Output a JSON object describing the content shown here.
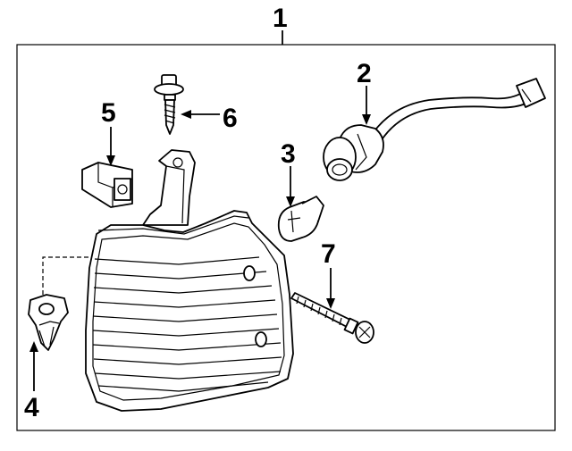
{
  "callouts": [
    {
      "id": "1",
      "text": "1"
    },
    {
      "id": "2",
      "text": "2"
    },
    {
      "id": "3",
      "text": "3"
    },
    {
      "id": "4",
      "text": "4"
    },
    {
      "id": "5",
      "text": "5"
    },
    {
      "id": "6",
      "text": "6"
    },
    {
      "id": "7",
      "text": "7"
    }
  ],
  "parts": [
    {
      "callout": "1",
      "icon": "lamp-assembly-icon"
    },
    {
      "callout": "2",
      "icon": "socket-wire-icon"
    },
    {
      "callout": "3",
      "icon": "bulb-icon"
    },
    {
      "callout": "4",
      "icon": "clip-nut-icon"
    },
    {
      "callout": "5",
      "icon": "retainer-clip-icon"
    },
    {
      "callout": "6",
      "icon": "bolt-icon"
    },
    {
      "callout": "7",
      "icon": "screw-icon"
    }
  ],
  "colors": {
    "line": "#000000",
    "background": "#ffffff"
  }
}
